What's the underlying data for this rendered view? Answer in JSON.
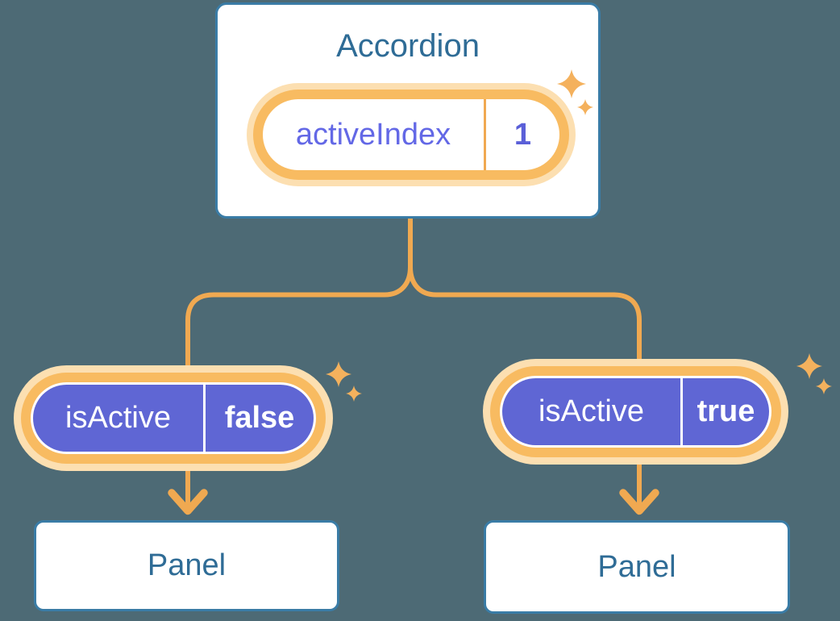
{
  "colors": {
    "background": "#4d6a75",
    "card_bg": "#ffffff",
    "card_border": "#3a7ca6",
    "blue_text": "#2f6c96",
    "purple_fill": "#5f66d4",
    "purple_label_text": "#6368e6",
    "purple_value_text": "#5a5fd8",
    "white_text": "#ffffff",
    "orange_line": "#f0a951",
    "orange_ring": "#f8bb61",
    "orange_halo": "#fcdfb1",
    "sparkle": "#f4b15d"
  },
  "diagram": {
    "root": {
      "title": "Accordion",
      "state_pill": {
        "label": "activeIndex",
        "value": "1"
      }
    },
    "children": [
      {
        "prop_pill": {
          "label": "isActive",
          "value": "false"
        },
        "panel": {
          "label": "Panel"
        }
      },
      {
        "prop_pill": {
          "label": "isActive",
          "value": "true"
        },
        "panel": {
          "label": "Panel"
        }
      }
    ]
  }
}
